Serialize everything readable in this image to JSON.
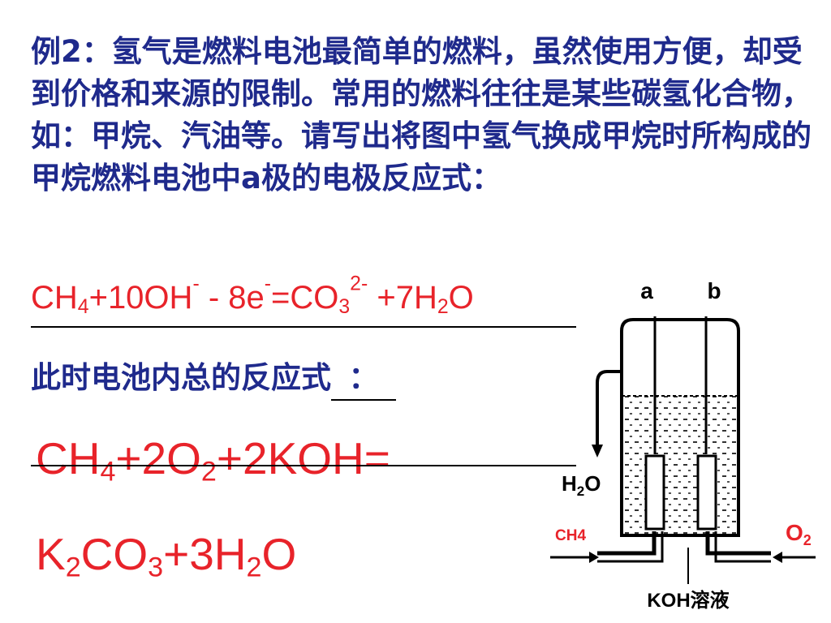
{
  "question": {
    "text": "例2：氢气是燃料电池最简单的燃料，虽然使用方便，却受到价格和来源的限制。常用的燃料往往是某些碳氢化合物，如：甲烷、汽油等。请写出将图中氢气换成甲烷时所构成的甲烷燃料电池中a极的电极反应式："
  },
  "answer1": {
    "ch": "CH",
    "n4": "4",
    "mid1": "+10OH",
    "sup1": "-",
    "mid2": " - 8e",
    "sup2": "-",
    "mid3": "=CO",
    "n3": "3",
    "sup3": "2-",
    "mid4": " +7H",
    "n2": "2",
    "end": "O"
  },
  "question2": {
    "text": "此时电池内总的反应式",
    "blank": "："
  },
  "answer2": {
    "ch": "CH",
    "n4": "4",
    "mid1": "+2O",
    "n2": "2",
    "end": "+2KOH="
  },
  "answer3": {
    "k": "K",
    "n2a": "2",
    "co": "CO",
    "n3": "3",
    "mid": "+3H",
    "n2b": "2",
    "end": "O"
  },
  "diagram": {
    "label_a": "a",
    "label_b": "b",
    "label_h2o": "H",
    "label_h2o_sub": "2",
    "label_h2o_end": "O",
    "label_ch4": "CH4",
    "label_o2": "O",
    "label_o2_sub": "2",
    "label_koh": "KOH溶液"
  },
  "colors": {
    "question": "#1f2a8c",
    "answer": "#e8232a",
    "o2_label": "#e8232a"
  }
}
